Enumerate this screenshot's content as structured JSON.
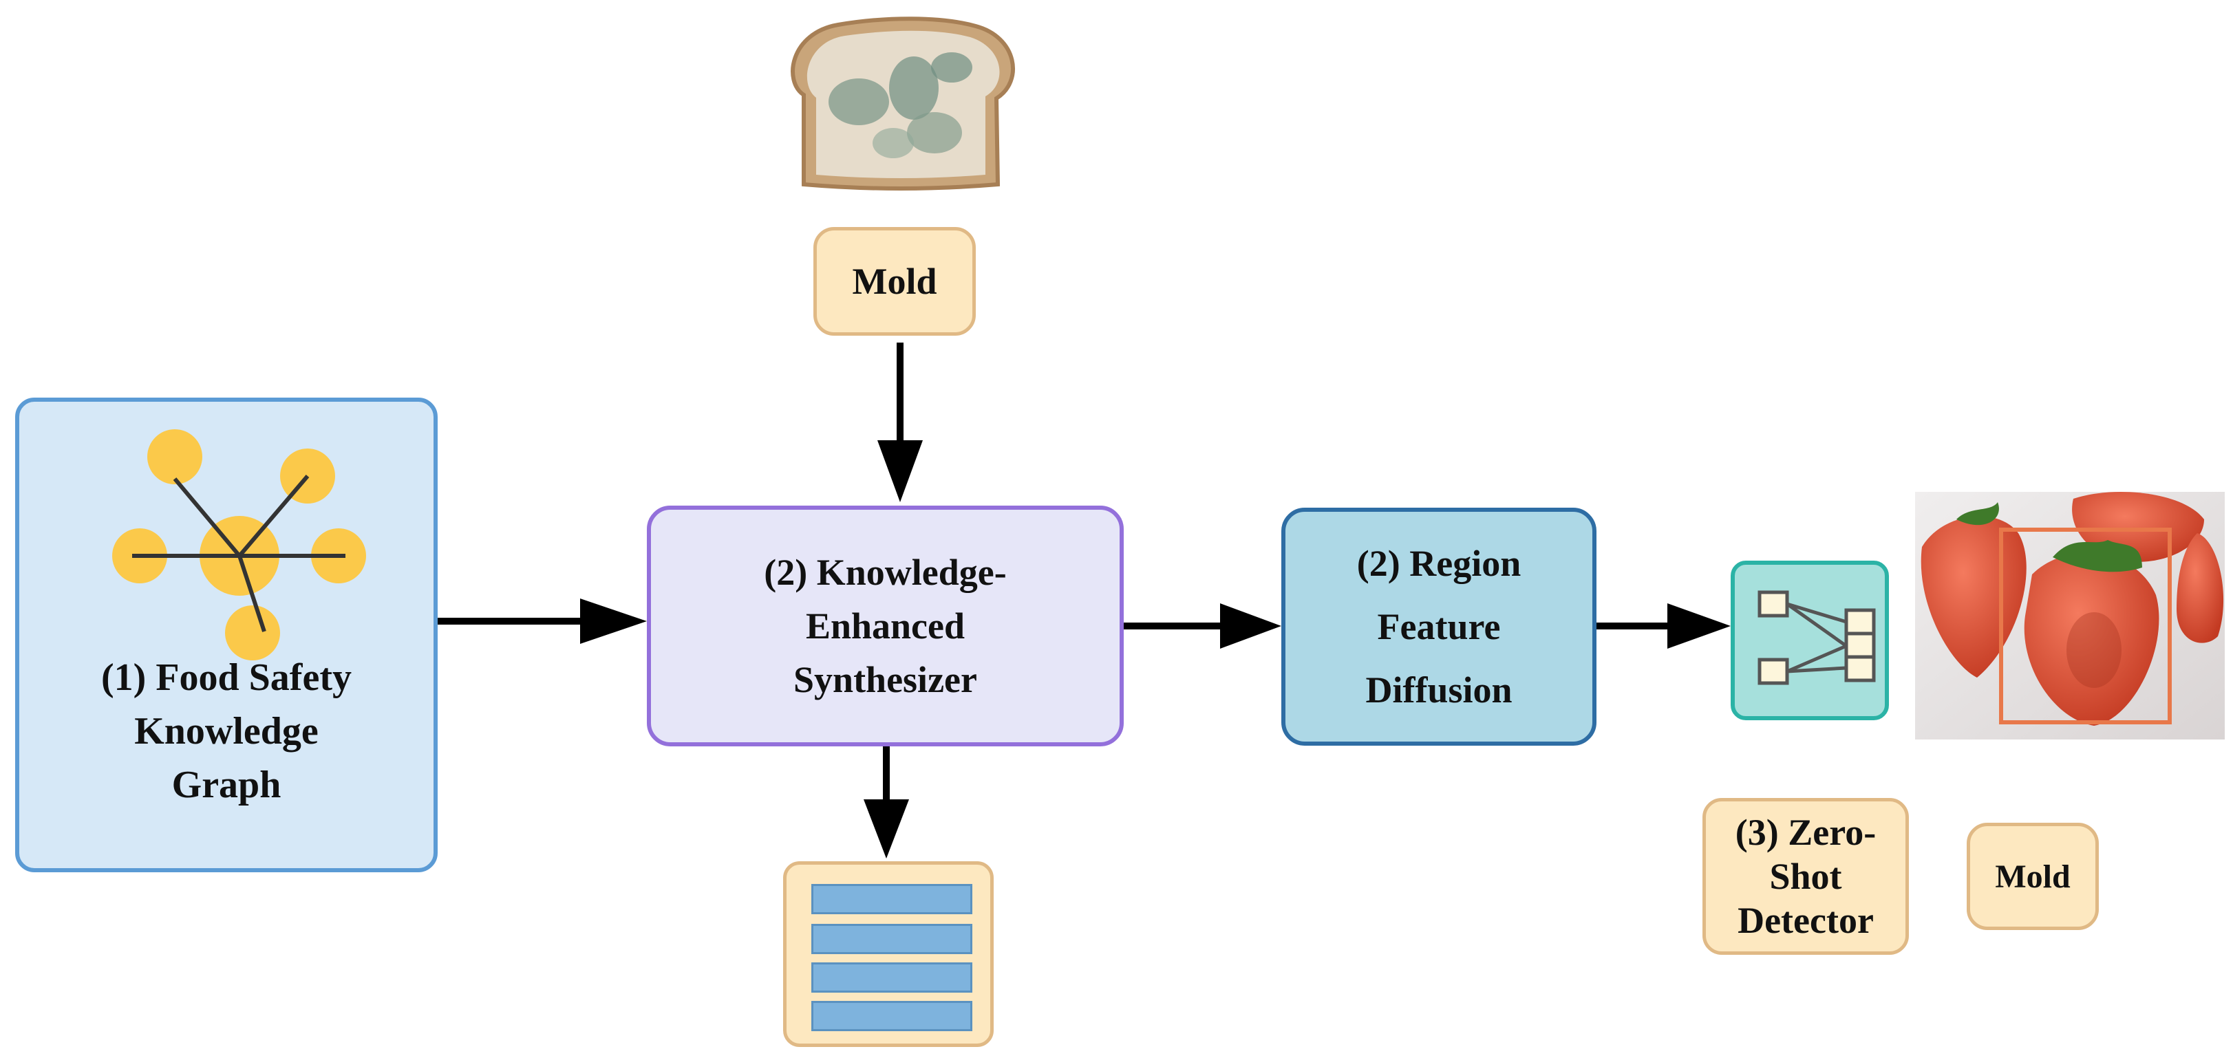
{
  "nodes": {
    "knowledge_graph": {
      "lines": [
        "(1) Food Safety",
        "Knowledge",
        "Graph"
      ]
    },
    "synthesizer": {
      "lines": [
        "(2) Knowledge-",
        "Enhanced",
        "Synthesizer"
      ]
    },
    "region_diffusion": {
      "lines": [
        "(2) Region",
        "Feature",
        "Diffusion"
      ]
    },
    "zero_shot_detector": {
      "lines": [
        "(3) Zero-",
        "Shot",
        "Detector"
      ]
    }
  },
  "labels": {
    "mold_top": "Mold",
    "mold_output": "Mold"
  },
  "icons": {
    "graph": "knowledge-graph-icon",
    "bread": "moldy-bread-image",
    "feature_stack": "feature-stack-icon",
    "network": "network-icon",
    "strawberry": "strawberry-detection-image"
  },
  "colors": {
    "kg_fill": "#d6e8f7",
    "kg_border": "#5b9bd5",
    "synth_fill": "#e6e6f8",
    "synth_border": "#9370db",
    "region_fill": "#add8e6",
    "region_border": "#2e6da4",
    "peach_fill": "#fde8c0",
    "peach_border": "#e0b985",
    "graph_node": "#fbc94a",
    "net_fill": "#a6e0dc",
    "net_border": "#2bb3a6",
    "stack_bar": "#7eb3dd",
    "detect_box": "#e8784a"
  }
}
